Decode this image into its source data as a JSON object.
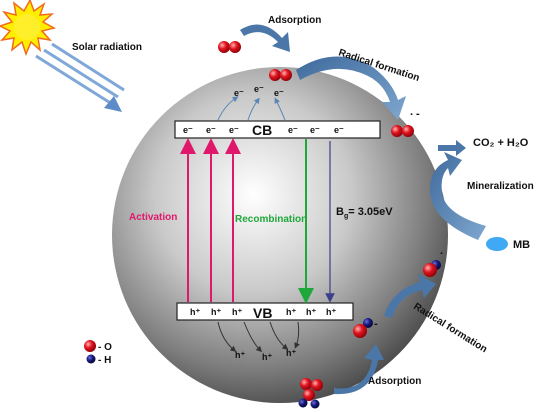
{
  "labels": {
    "solar": "Solar radiation",
    "adsorption": "Adsorption",
    "radical_formation": "Radical formation",
    "products": "CO₂ + H₂O",
    "mineralization": "Mineralization",
    "mb": "MB",
    "cb": "CB",
    "vb": "VB",
    "activation": "Activation",
    "recombination": "Recombination",
    "bandgap_prefix": "B",
    "bandgap_sub": "g",
    "bandgap_value": "= 3.05eV",
    "electron": "e⁻",
    "hole": "h⁺",
    "legend_o": "- O",
    "legend_h": "- H",
    "radical_dot": "·",
    "anion_minus": "-"
  },
  "colors": {
    "activation": "#e0186b",
    "recombination": "#1fa83a",
    "bandgap_arrow": "#3b3e8a",
    "process_arrow": "#4a76a8",
    "oxygen": "#d8141e",
    "hydrogen": "#12156e",
    "mb": "#3fa9f5",
    "sun": "#ffee00",
    "sun_rays": "#f26a1b"
  },
  "icons": [
    "sun-icon",
    "oxygen-molecule-icon",
    "hydroxyl-icon",
    "water-molecule-icon"
  ]
}
